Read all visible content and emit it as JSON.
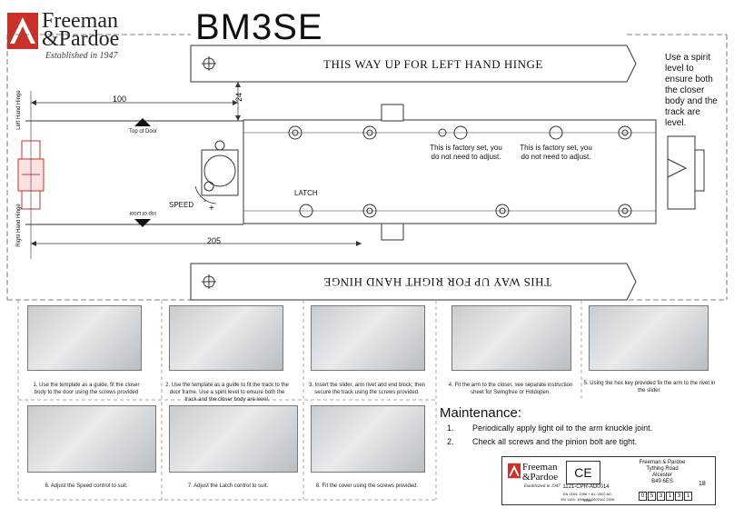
{
  "brand": {
    "line1": "Freeman",
    "line2": "&Pardoe",
    "tagline": "Established in 1947"
  },
  "model": "BM3SE",
  "bands": {
    "left_hinge": "THIS WAY UP FOR LEFT HAND HINGE",
    "right_hinge": "THIS WAY UP FOR RIGHT HAND HINGE"
  },
  "spirit_note": "Use a spirit level to ensure both the closer body and the track are level.",
  "labels": {
    "left_hand_hinge": "Left Hand Hinge",
    "right_hand_hinge": "Right Hand Hinge",
    "top_of_door": "Top of Door",
    "top_of_door_flipped": "Top of Door",
    "speed": "SPEED",
    "latch": "LATCH",
    "minus": "-",
    "plus": "+"
  },
  "dimensions": {
    "d100": "100",
    "d24": "24",
    "d205": "205"
  },
  "factory_note": "This is factory set, you do not need to adjust.",
  "steps": [
    "1.      Use the template as a guide, fit the closer body to the door using the screws provided",
    "2.      Use the template as a guide to fit the track to the door frame. Use a spirit level to ensure both the track and the closer body are level.",
    "3.      Insert the slider, arm rivet and end block; then secure the track using the screws provided.",
    "4.      Fit the arm to the closer, see separate instruction sheet for Swingfree or Holdopen.",
    "5.      Using the hex key provided fix the arm to the rivet in the slider.",
    "6.      Adjust the Speed control to suit.",
    "7.      Adjust the Latch control to suit.",
    "8.      Fit the cover using the screws provided."
  ],
  "maintenance": {
    "title": "Maintenance:",
    "items": [
      {
        "num": "1.",
        "text": "Periodically apply light oil to the arm knuckle joint."
      },
      {
        "num": "2.",
        "text": "Check all screws and the pinion bolt are tight."
      }
    ]
  },
  "title_block": {
    "ce": "CE",
    "cert_code": "1121-CPR-AD0014",
    "standards": [
      "EN 1154: 1996 + A1: 2002 AC: 2006",
      "EN 1154: 1996/A1:2002/AC:2006"
    ],
    "address": [
      "Freeman & Pardoe",
      "Tything Road",
      "Alcester",
      "B49 6ES"
    ],
    "page": "18",
    "code_boxes": [
      "0",
      "5",
      "3",
      "1",
      "3",
      "1"
    ]
  },
  "colors": {
    "brand_red": "#c8322b",
    "line": "#333333",
    "photo": "#c9cdd0"
  }
}
